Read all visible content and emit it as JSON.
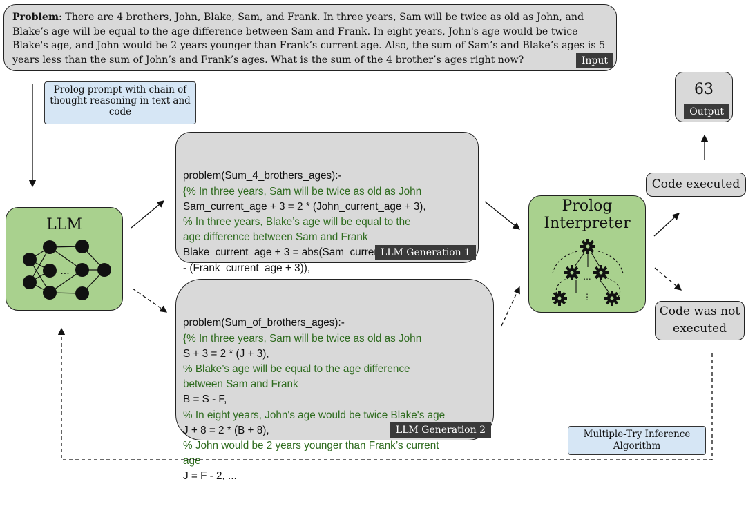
{
  "problem": {
    "label": "Problem",
    "text": ": There are 4 brothers, John, Blake, Sam, and Frank. In three years, Sam will be twice as old as John, and Blake’s age will be equal to the age difference between Sam and Frank. In eight years, John's age would be twice Blake's age, and John would be 2 years younger than Frank’s current age. Also, the sum of Sam’s and Blake’s ages is 5 years less than the sum of John’s and Frank’s ages. What is the sum of the 4 brother’s ages right now?",
    "tag": "Input"
  },
  "prompt_note": "Prolog prompt with chain of thought reasoning in text and code",
  "llm": {
    "title": "LLM"
  },
  "gen1": {
    "lines": [
      {
        "text": "problem(Sum_4_brothers_ages):-",
        "comment": false
      },
      {
        "text": "{% In three years, Sam will be twice as old as John",
        "comment": true
      },
      {
        "text": "Sam_current_age + 3 = 2 * (John_current_age + 3),",
        "comment": false
      },
      {
        "text": "% In three years, Blake’s age will be equal to the",
        "comment": true
      },
      {
        "text": "age difference between Sam and Frank",
        "comment": true
      },
      {
        "text": "Blake_current_age + 3 = abs(Sam_current_age + 3",
        "comment": false
      },
      {
        "text": "- (Frank_current_age + 3)),",
        "comment": false
      },
      {
        "text": "...",
        "comment": false
      }
    ],
    "tag": "LLM Generation 1"
  },
  "gen2": {
    "lines": [
      {
        "text": "problem(Sum_of_brothers_ages):-",
        "comment": false
      },
      {
        "text": "{% In three years, Sam will be twice as old as John",
        "comment": true
      },
      {
        "text": "S + 3 = 2 * (J + 3),",
        "comment": false
      },
      {
        "text": "% Blake’s age will be equal to the age difference",
        "comment": true
      },
      {
        "text": "between Sam and Frank",
        "comment": true
      },
      {
        "text": "B = S - F,",
        "comment": false
      },
      {
        "text": "% In eight years, John's age would be twice Blake's age",
        "comment": true
      },
      {
        "text": "J + 8 = 2 * (B + 8),",
        "comment": false
      },
      {
        "text": "% John would be 2 years younger than Frank’s current",
        "comment": true
      },
      {
        "text": "age",
        "comment": true
      },
      {
        "text": "J = F - 2, ...",
        "comment": false
      }
    ],
    "tag": "LLM Generation 2"
  },
  "interpreter": {
    "title_line1": "Prolog",
    "title_line2": "Interpreter"
  },
  "output": {
    "value": "63",
    "tag": "Output"
  },
  "code_executed": "Code executed",
  "code_not_executed": "Code was not executed",
  "multi_try_note": "Multiple-Try Inference Algorithm",
  "colors": {
    "comment": "#2e6b1e",
    "green_box": "#a9d18e",
    "note": "#d6e6f5",
    "gray_box": "#d9d9d9",
    "tag": "#3a3a3a"
  }
}
